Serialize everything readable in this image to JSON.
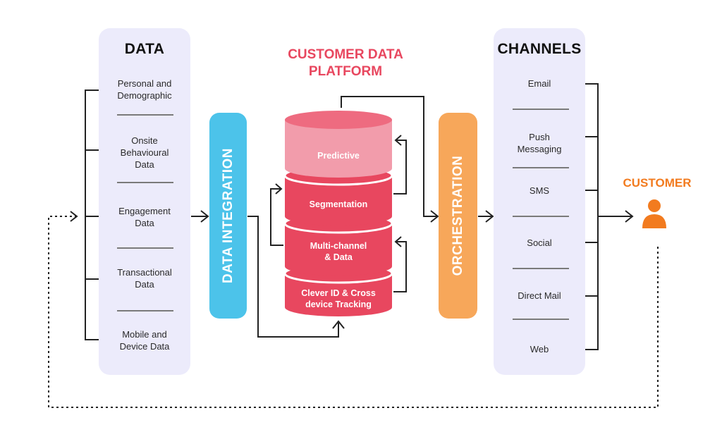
{
  "data_panel": {
    "title": "DATA",
    "items": [
      {
        "line1": "Personal and",
        "line2": "Demographic"
      },
      {
        "line1": "Onsite",
        "line2": "Behavioural",
        "line3": "Data"
      },
      {
        "line1": "Engagement",
        "line2": "Data"
      },
      {
        "line1": "Transactional",
        "line2": "Data"
      },
      {
        "line1": "Mobile and",
        "line2": "Device Data"
      }
    ]
  },
  "data_integration": {
    "label": "DATA INTEGRATION",
    "color": "#4cc3ea"
  },
  "cdp": {
    "title_line1": "CUSTOMER DATA",
    "title_line2": "PLATFORM",
    "layers": [
      {
        "line1": "Predictive"
      },
      {
        "line1": "Segmentation"
      },
      {
        "line1": "Multi-channel",
        "line2": "& Data"
      },
      {
        "line1": "Clever ID & Cross",
        "line2": "device Tracking"
      }
    ],
    "colors": {
      "light": "#f29cab",
      "main": "#e8475f",
      "top": "#ee6b80"
    }
  },
  "orchestration": {
    "label": "ORCHESTRATION",
    "color": "#f7a75a"
  },
  "channels_panel": {
    "title": "CHANNELS",
    "items": [
      {
        "line1": "Email"
      },
      {
        "line1": "Push",
        "line2": "Messaging"
      },
      {
        "line1": "SMS"
      },
      {
        "line1": "Social"
      },
      {
        "line1": "Direct Mail"
      },
      {
        "line1": "Web"
      }
    ]
  },
  "customer": {
    "label": "CUSTOMER",
    "color": "#f27b1f",
    "icon": "person-icon"
  }
}
